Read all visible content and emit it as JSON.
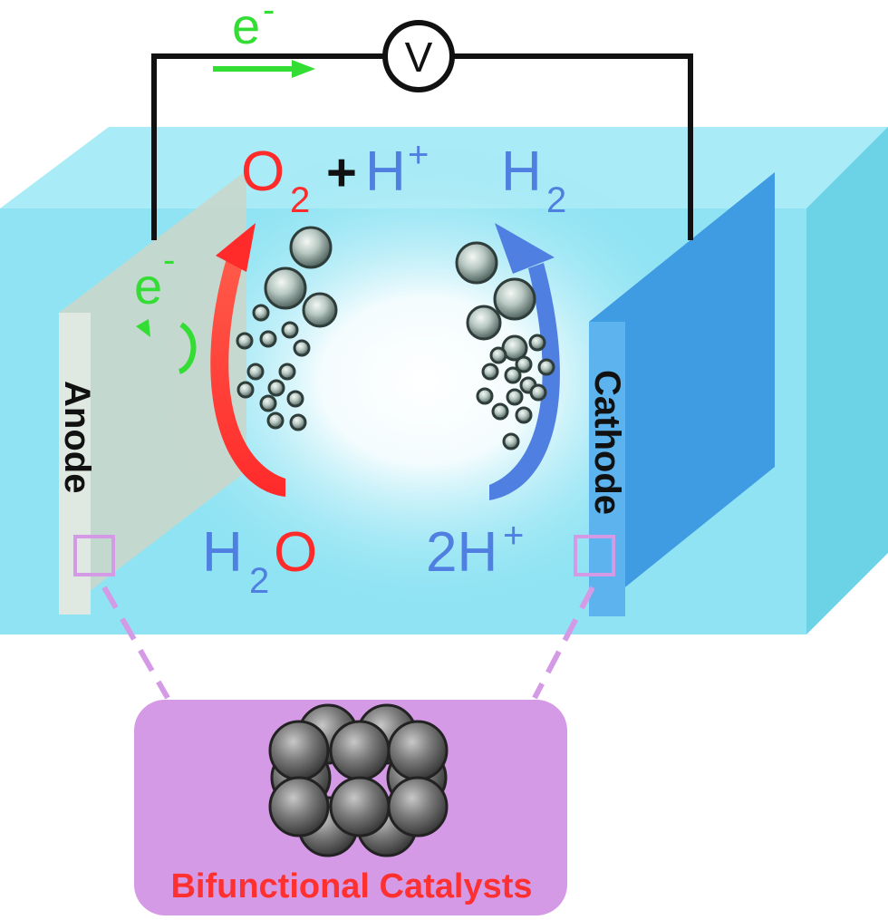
{
  "electron_top": {
    "base": "e",
    "sup": "-"
  },
  "electron_left": {
    "base": "e",
    "sup": "-"
  },
  "voltmeter": "V",
  "anode_products": {
    "o": "O",
    "o_sub": "2",
    "plus": "+",
    "h": "H",
    "h_sup": "+"
  },
  "cathode_product": {
    "h": "H",
    "h_sub": "2"
  },
  "anode_reactant": {
    "h": "H",
    "h_sub": "2",
    "o": "O"
  },
  "cathode_reactant": {
    "coef": "2H",
    "sup": "+"
  },
  "anode_label": "Anode",
  "cathode_label": "Cathode",
  "catalyst_label": "Bifunctional Catalysts",
  "colors": {
    "electron": "#33dd33",
    "oxygen_red": "#ff2a2a",
    "hydrogen_blue": "#4f7fe0",
    "electrolyte": "#8fe3f3",
    "cathode": "#4aa6e8",
    "anode": "#d8e6dd",
    "catalyst_box": "#d59ae6",
    "catalyst_text": "#ff3030",
    "wire": "#111111",
    "zoom_frame": "#d49ae6"
  }
}
